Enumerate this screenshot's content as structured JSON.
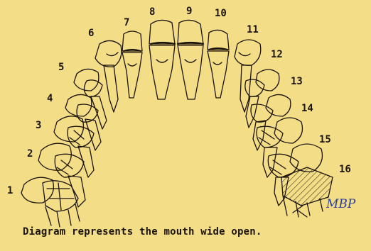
{
  "diagram": {
    "tooth_numbers": [
      "1",
      "2",
      "3",
      "4",
      "5",
      "6",
      "7",
      "8",
      "9",
      "10",
      "11",
      "12",
      "13",
      "14",
      "15",
      "16"
    ],
    "caption": "Diagram represents the mouth wide open.",
    "initials": "MBP"
  }
}
